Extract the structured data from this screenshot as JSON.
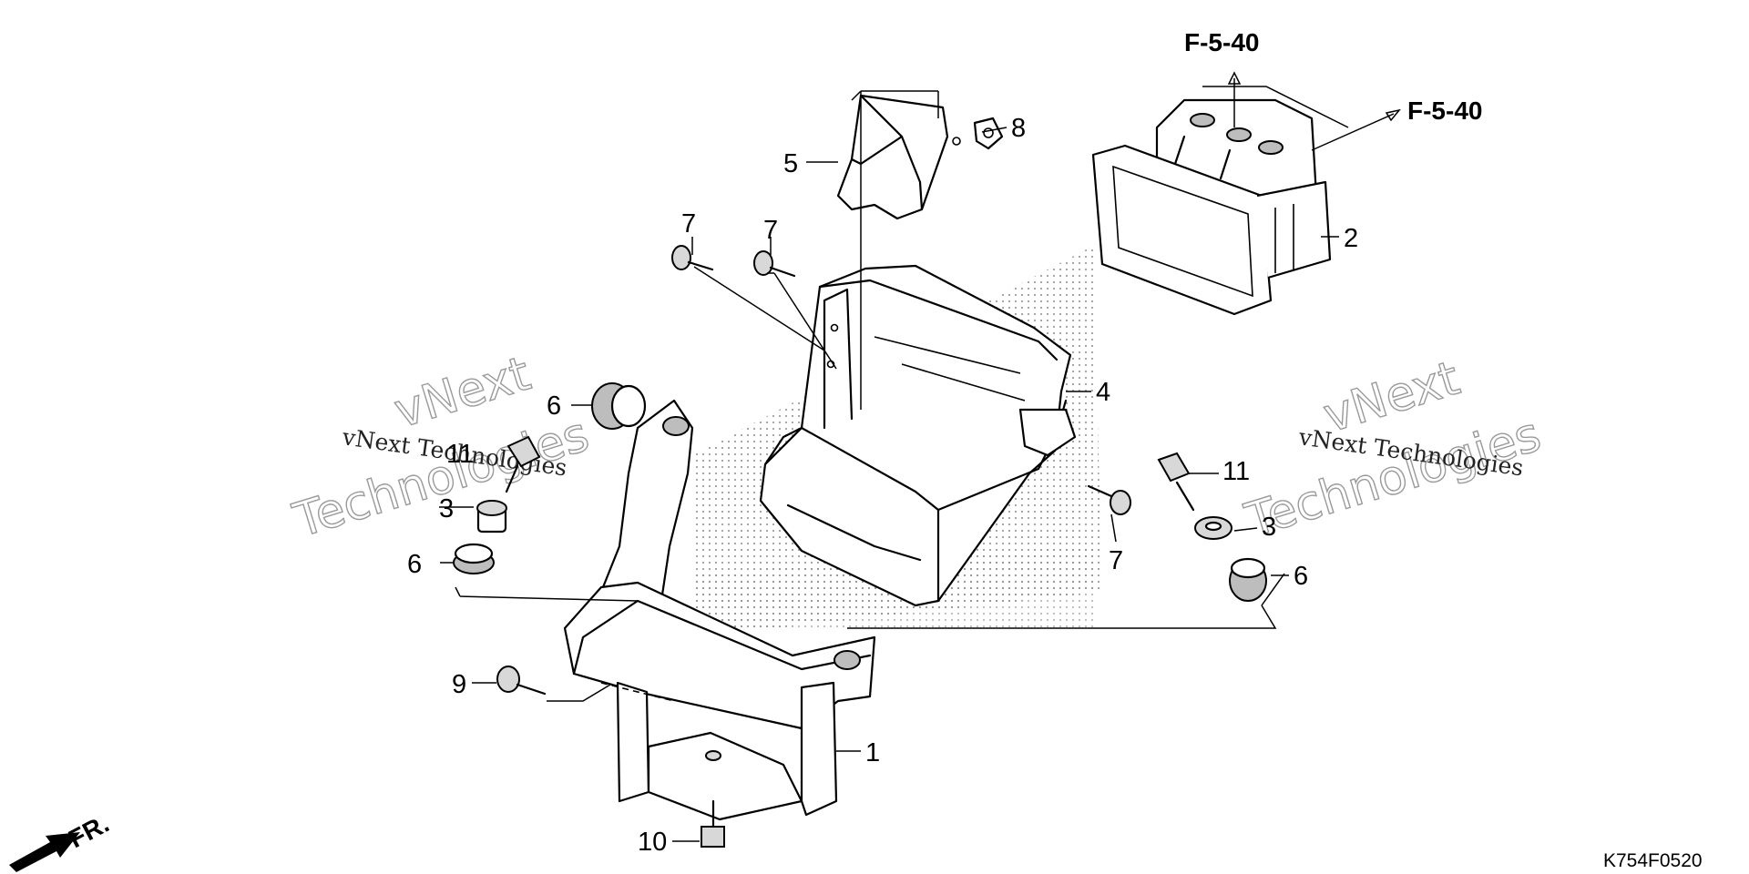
{
  "diagram": {
    "drawing_code": "K754F0520",
    "front_indicator": "FR.",
    "references": {
      "top": "F-5-40",
      "right": "F-5-40"
    },
    "callouts": {
      "c1": "1",
      "c2": "2",
      "c3a": "3",
      "c3b": "3",
      "c4": "4",
      "c5": "5",
      "c6a": "6",
      "c6b": "6",
      "c6c": "6",
      "c7a": "7",
      "c7b": "7",
      "c7c": "7",
      "c8": "8",
      "c9": "9",
      "c10": "10",
      "c11a": "11",
      "c11b": "11"
    },
    "watermarks": {
      "line1": "vNext",
      "line2": "Technologies",
      "small": "vNext Technologies"
    }
  }
}
